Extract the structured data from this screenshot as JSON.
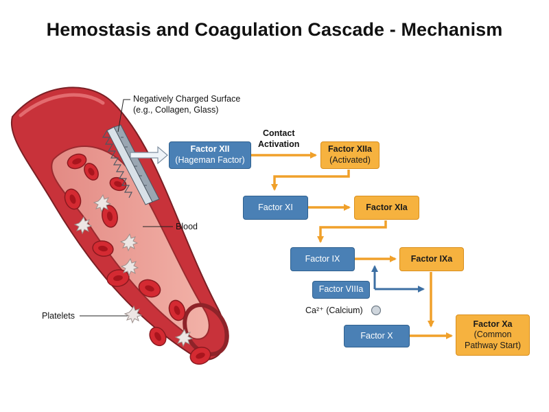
{
  "title": "Hemostasis and Coagulation Cascade - Mechanism",
  "labels": {
    "surface_line1": "Negatively Charged Surface",
    "surface_line2": "(e.g., Collagen, Glass)",
    "blood": "Blood",
    "platelets": "Platelets",
    "contact_line1": "Contact",
    "contact_line2": "Activation",
    "calcium": "Ca²⁺ (Calcium)"
  },
  "factors": {
    "f12": {
      "line1": "Factor XII",
      "line2": "(Hageman Factor)"
    },
    "f12a": {
      "line1": "Factor XIIa",
      "line2": "(Activated)"
    },
    "f11": {
      "line1": "Factor XI"
    },
    "f11a": {
      "line1": "Factor XIa"
    },
    "f9": {
      "line1": "Factor IX"
    },
    "f9a": {
      "line1": "Factor IXa"
    },
    "f8a": {
      "line1": "Factor VIIIa"
    },
    "f10": {
      "line1": "Factor X"
    },
    "f10a": {
      "line1": "Factor Xa",
      "line2": "(Common",
      "line3": "Pathway Start)"
    }
  },
  "colors": {
    "inactive": "#4a80b5",
    "active": "#f6b23f",
    "vessel": "#c9333a",
    "rbc": "#d42a32"
  }
}
